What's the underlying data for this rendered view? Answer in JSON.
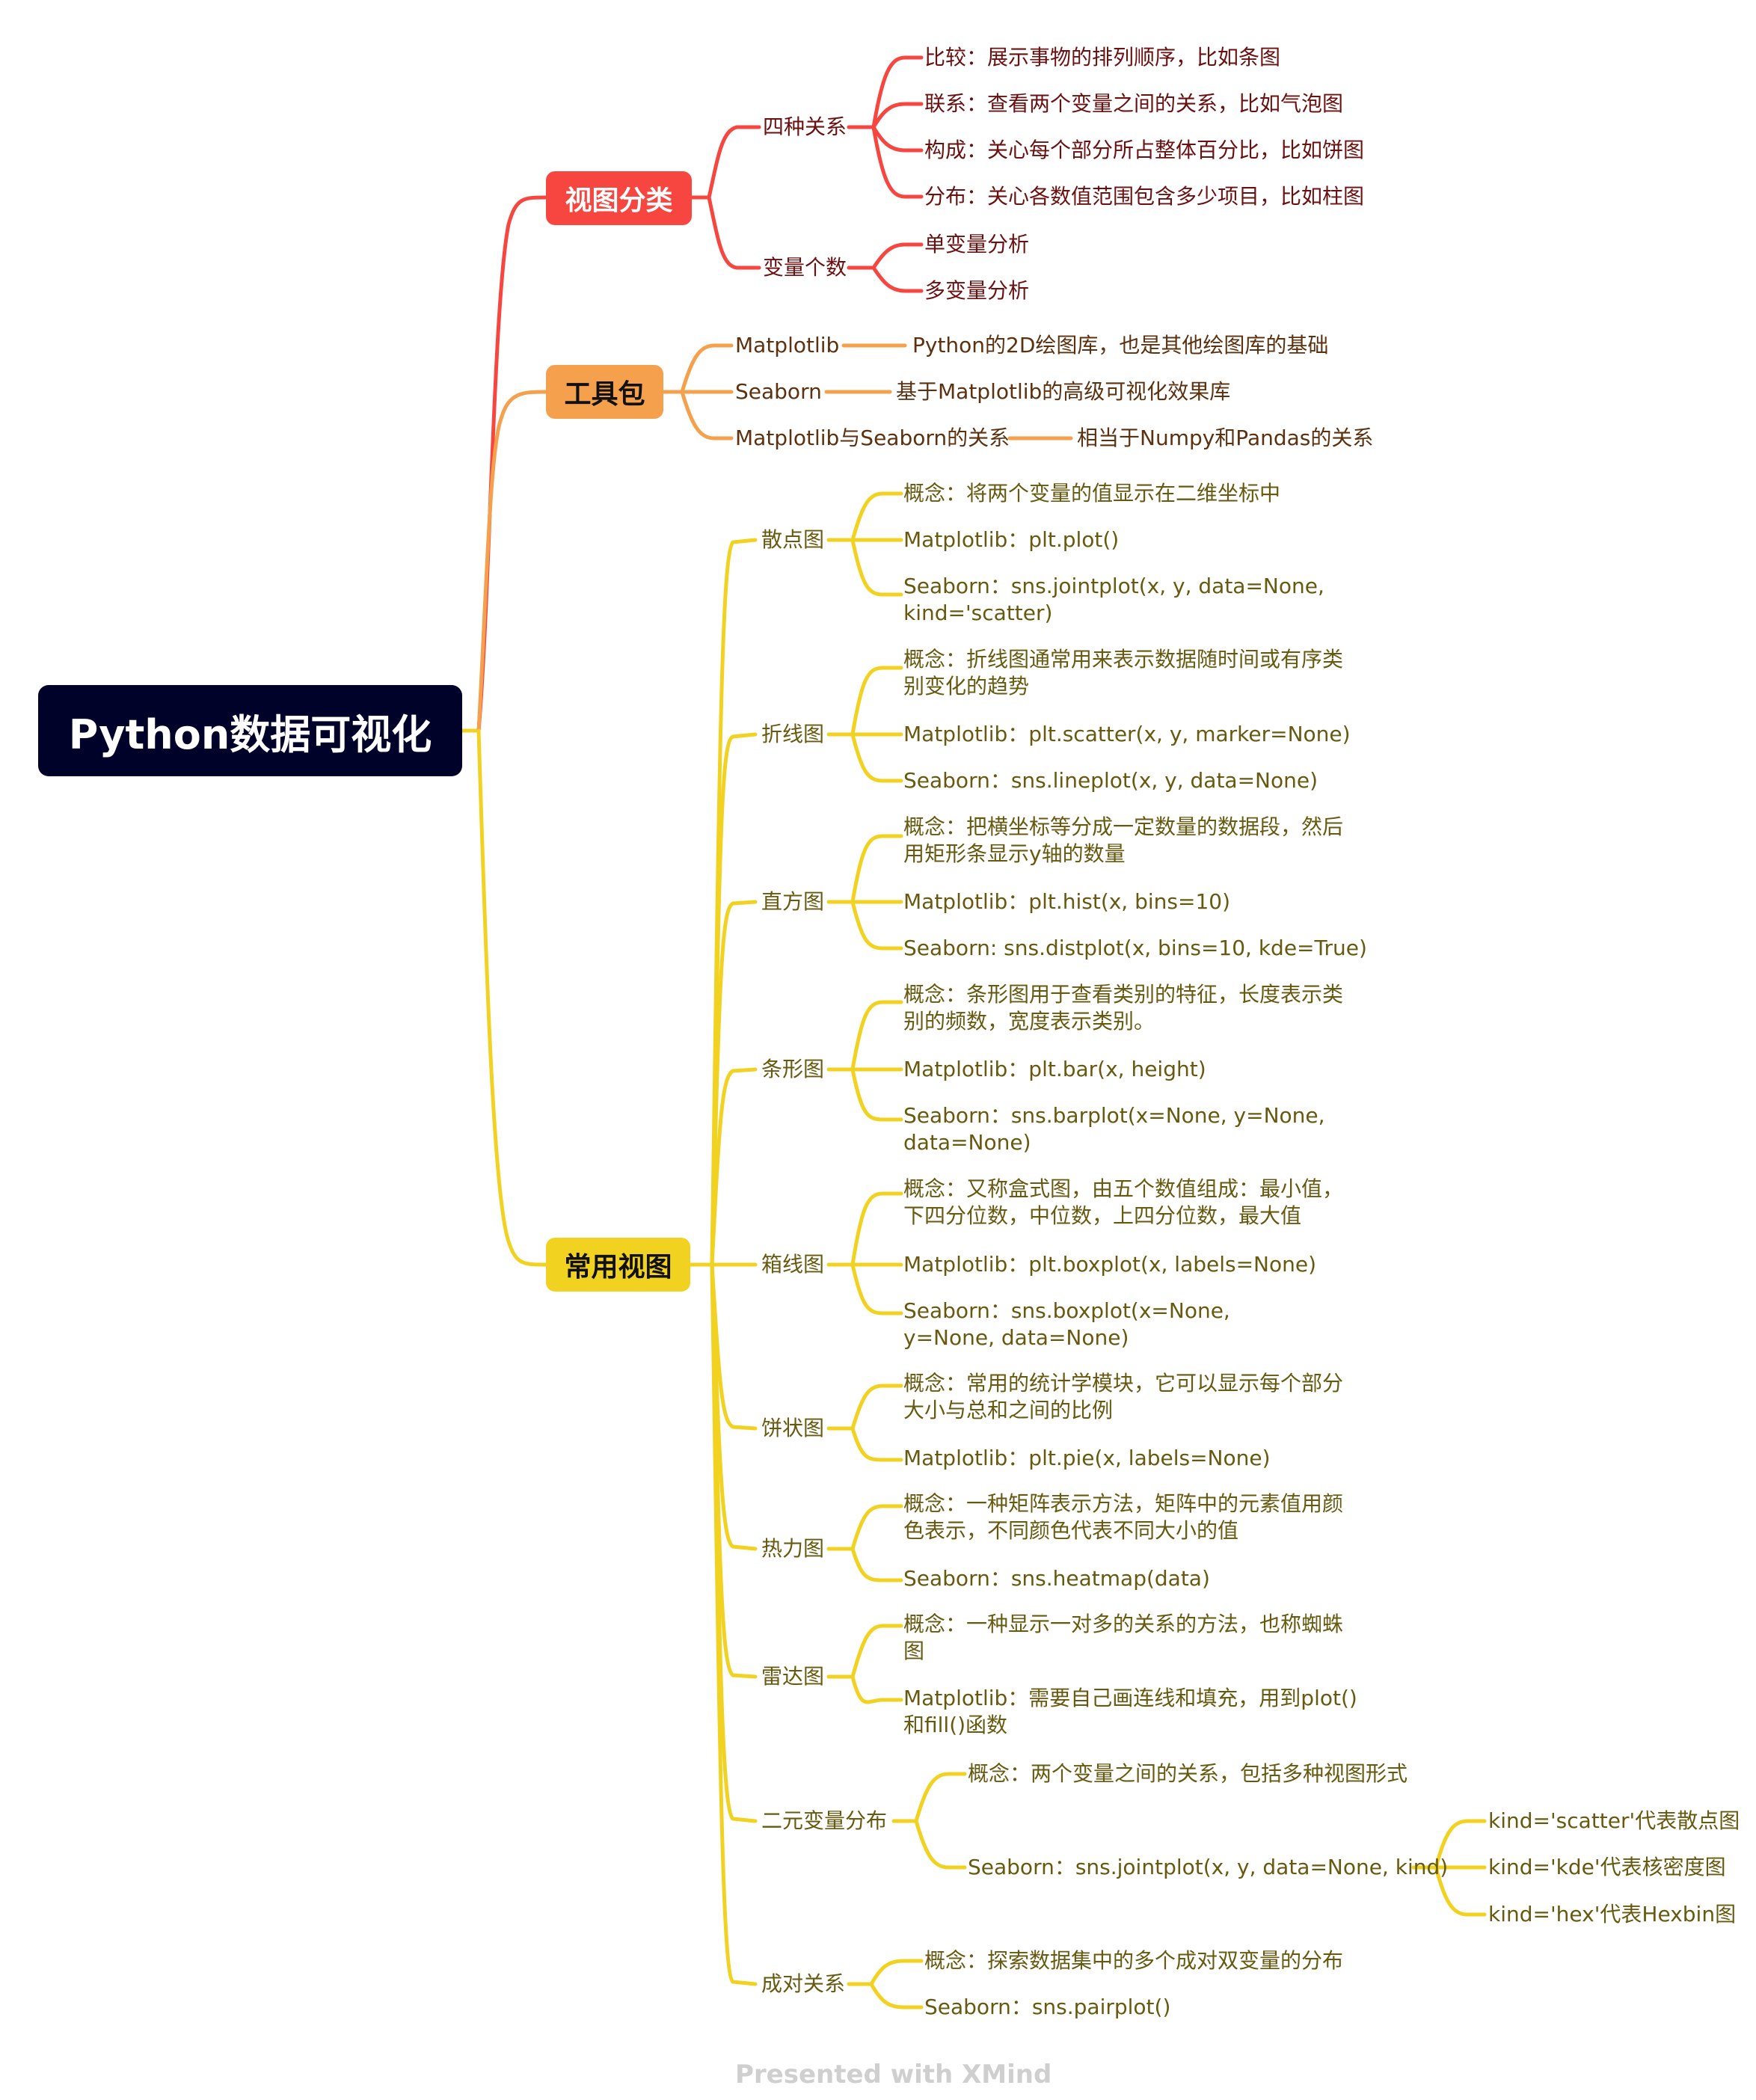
{
  "root": {
    "label": "Python数据可视化"
  },
  "colors": {
    "root_bg": "#000229",
    "branch_red": "#f74640",
    "branch_orange": "#f5a04c",
    "branch_yellow": "#f1d220"
  },
  "branches": {
    "view_classification": {
      "label": "视图分类",
      "four_relations": {
        "label": "四种关系",
        "items": [
          "比较：展示事物的排列顺序，比如条图",
          "联系：查看两个变量之间的关系，比如气泡图",
          "构成：关心每个部分所占整体百分比，比如饼图",
          "分布：关心各数值范围包含多少项目，比如柱图"
        ]
      },
      "variable_count": {
        "label": "变量个数",
        "items": [
          "单变量分析",
          "多变量分析"
        ]
      }
    },
    "toolkit": {
      "label": "工具包",
      "items": [
        {
          "label": "Matplotlib",
          "detail": "Python的2D绘图库，也是其他绘图库的基础"
        },
        {
          "label": "Seaborn",
          "detail": "基于Matplotlib的高级可视化效果库"
        },
        {
          "label": "Matplotlib与Seaborn的关系",
          "detail": "相当于Numpy和Pandas的关系"
        }
      ]
    },
    "common_views": {
      "label": "常用视图",
      "items": [
        {
          "label": "散点图",
          "children": [
            "概念：将两个变量的值显示在二维坐标中",
            "Matplotlib：plt.plot()",
            "Seaborn：sns.jointplot(x, y, data=None, kind='scatter)"
          ]
        },
        {
          "label": "折线图",
          "children": [
            "概念：折线图通常用来表示数据随时间或有序类别变化的趋势",
            "Matplotlib：plt.scatter(x, y, marker=None)",
            "Seaborn：sns.lineplot(x, y, data=None)"
          ]
        },
        {
          "label": "直方图",
          "children": [
            "概念：把横坐标等分成一定数量的数据段，然后用矩形条显示y轴的数量",
            "Matplotlib：plt.hist(x, bins=10)",
            "Seaborn: sns.distplot(x, bins=10, kde=True)"
          ]
        },
        {
          "label": "条形图",
          "children": [
            "概念：条形图用于查看类别的特征，长度表示类别的频数，宽度表示类别。",
            "Matplotlib：plt.bar(x, height)",
            "Seaborn：sns.barplot(x=None, y=None, data=None)"
          ]
        },
        {
          "label": "箱线图",
          "children": [
            "概念：又称盒式图，由五个数值组成：最小值，下四分位数，中位数，上四分位数，最大值",
            "Matplotlib：plt.boxplot(x, labels=None)",
            "Seaborn：sns.boxplot(x=None, y=None, data=None)"
          ]
        },
        {
          "label": "饼状图",
          "children": [
            "概念：常用的统计学模块，它可以显示每个部分大小与总和之间的比例",
            "Matplotlib：plt.pie(x, labels=None)"
          ]
        },
        {
          "label": "热力图",
          "children": [
            "概念：一种矩阵表示方法，矩阵中的元素值用颜色表示，不同颜色代表不同大小的值",
            "Seaborn：sns.heatmap(data)"
          ]
        },
        {
          "label": "雷达图",
          "children": [
            "概念：一种显示一对多的关系的方法，也称蜘蛛图",
            "Matplotlib：需要自己画连线和填充，用到plot()和fill()函数"
          ]
        },
        {
          "label": "二元变量分布",
          "children": [
            "概念：两个变量之间的关系，包括多种视图形式",
            "Seaborn：sns.jointplot(x, y, data=None, kind)"
          ],
          "kind_options": [
            "kind='scatter'代表散点图",
            "kind='kde'代表核密度图",
            "kind='hex'代表Hexbin图"
          ]
        },
        {
          "label": "成对关系",
          "children": [
            "概念：探索数据集中的多个成对双变量的分布",
            "Seaborn：sns.pairplot()"
          ]
        }
      ]
    }
  },
  "footer": {
    "text": "Presented with XMind"
  }
}
